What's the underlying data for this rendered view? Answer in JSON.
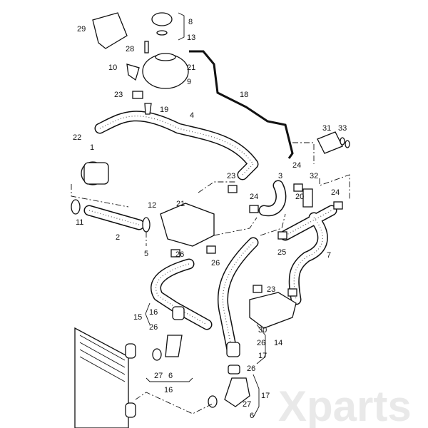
{
  "watermark": "Xparts",
  "callouts": [
    "29",
    "8",
    "13",
    "28",
    "21",
    "10",
    "9",
    "23",
    "19",
    "18",
    "4",
    "22",
    "1",
    "31",
    "33",
    "32",
    "24",
    "3",
    "23",
    "20",
    "24",
    "24",
    "21",
    "11",
    "2",
    "12",
    "5",
    "26",
    "26",
    "25",
    "7",
    "23",
    "16",
    "15",
    "26",
    "30",
    "14",
    "26",
    "17",
    "27",
    "6",
    "16",
    "26",
    "17",
    "27",
    "6"
  ]
}
